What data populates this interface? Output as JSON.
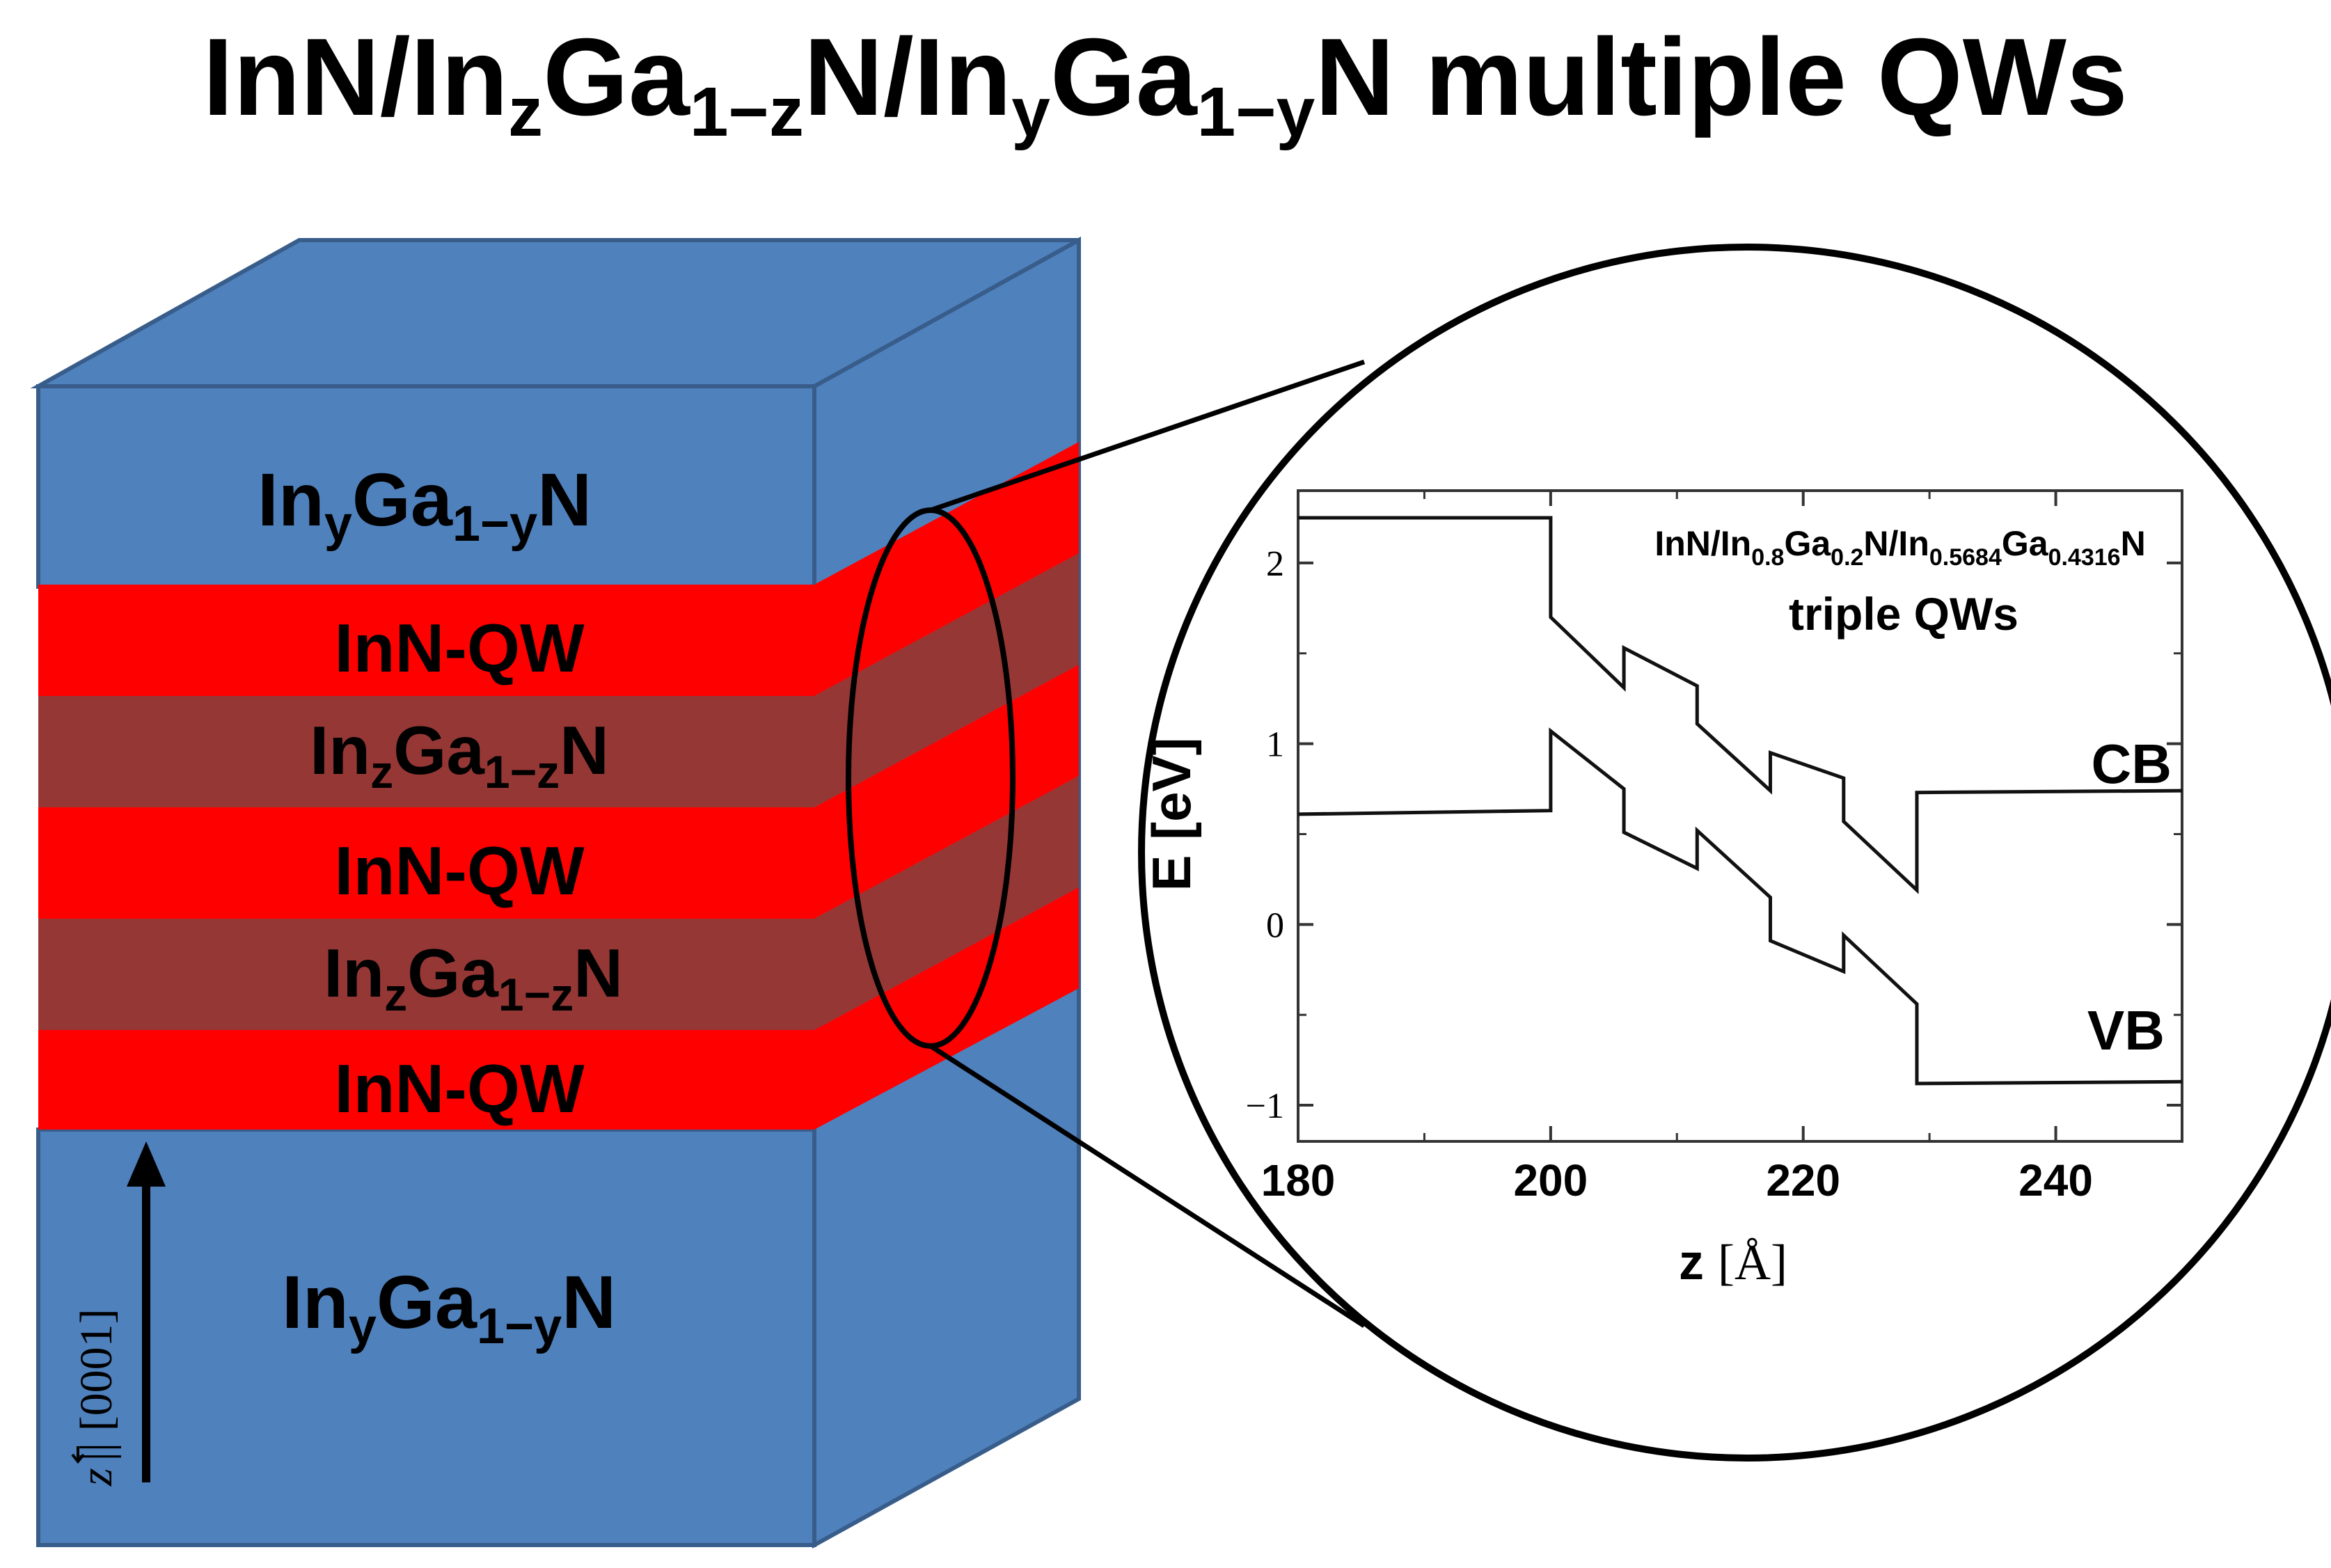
{
  "title": {
    "p1": "InN/In",
    "s1": "z",
    "p2": "Ga",
    "s2": "1−z",
    "p3": "N/In",
    "s3": "y",
    "p4": "Ga",
    "s4": "1−y",
    "p5": "N multiple QWs"
  },
  "stack": {
    "top_label": {
      "a": "In",
      "s1": "y",
      "b": "Ga",
      "s2": "1−y",
      "c": "N"
    },
    "bottom_label": {
      "a": "In",
      "s1": "y",
      "b": "Ga",
      "s2": "1−y",
      "c": "N"
    },
    "qw_label": "InN-QW",
    "barrier_label": {
      "a": "In",
      "s1": "z",
      "b": "Ga",
      "s2": "1−z",
      "c": "N"
    },
    "axis_label": {
      "z": "z",
      "rest": "|| [0001]"
    }
  },
  "colors": {
    "blue": "#4f81bd",
    "blue_dark": "#385d8a",
    "red": "#ff0000",
    "brown": "#953735"
  },
  "chart_data": {
    "type": "line",
    "title_line1": {
      "a": "InN/In",
      "s1": "0.8",
      "b": "Ga",
      "s2": "0.2",
      "c": "N/In",
      "s3": "0.5684",
      "d": "Ga",
      "s4": "0.4316",
      "e": "N"
    },
    "title_line2": "triple QWs",
    "xlabel": {
      "a": "z ",
      "b": "[Å]"
    },
    "ylabel": "E [eV]",
    "xlim": [
      180,
      250
    ],
    "ylim": [
      -1.2,
      2.4
    ],
    "xticks": [
      180,
      200,
      220,
      240
    ],
    "yticks": [
      2,
      1,
      0,
      -1
    ],
    "ytick_labels": [
      "2",
      "1",
      "0",
      "−1"
    ],
    "series": [
      {
        "name": "CB",
        "x": [
          180,
          200,
          200,
          205.8,
          205.8,
          211.6,
          211.6,
          217.4,
          217.4,
          223.2,
          223.2,
          229,
          229,
          250
        ],
        "y": [
          2.25,
          2.25,
          1.7,
          1.31,
          1.53,
          1.32,
          1.11,
          0.74,
          0.95,
          0.81,
          0.57,
          0.19,
          0.73,
          0.74
        ]
      },
      {
        "name": "VB",
        "x": [
          180,
          200,
          200,
          205.8,
          205.8,
          211.6,
          211.6,
          217.4,
          217.4,
          223.2,
          223.2,
          229,
          229,
          250
        ],
        "y": [
          0.61,
          0.63,
          1.07,
          0.75,
          0.51,
          0.31,
          0.52,
          0.15,
          -0.09,
          -0.26,
          -0.06,
          -0.44,
          -0.88,
          -0.87
        ]
      }
    ]
  }
}
